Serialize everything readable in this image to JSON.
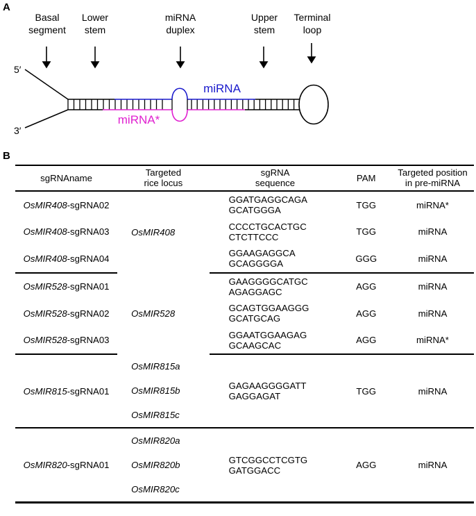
{
  "panel_a": {
    "label": "A",
    "region_labels": [
      {
        "id": "basal-segment",
        "line1": "Basal",
        "line2": "segment"
      },
      {
        "id": "lower-stem",
        "line1": "Lower",
        "line2": "stem"
      },
      {
        "id": "mirna-duplex",
        "line1": "miRNA",
        "line2": "duplex"
      },
      {
        "id": "upper-stem",
        "line1": "Upper",
        "line2": "stem"
      },
      {
        "id": "terminal-loop",
        "line1": "Terminal",
        "line2": "loop"
      }
    ],
    "end_labels": {
      "five_prime": "5′",
      "three_prime": "3′"
    },
    "strand_labels": {
      "mirna": "miRNA",
      "mirna_star": "miRNA*"
    },
    "colors": {
      "mirna": "#1a1acc",
      "mirna_star": "#e020d0",
      "stem": "#000000"
    }
  },
  "panel_b": {
    "label": "B",
    "headers": {
      "name": "sgRNAname",
      "locus_line1": "Targeted",
      "locus_line2": "rice locus",
      "seq_line1": "sgRNA",
      "seq_line2": "sequence",
      "pam": "PAM",
      "pos_line1": "Targeted position",
      "pos_line2": "in pre-miRNA"
    },
    "groups": [
      {
        "loci": [
          "OsMIR408"
        ],
        "rows": [
          {
            "name_italic": "OsMIR408",
            "name_suffix": "-sgRNA02",
            "seq1": "GGATGAGGCAGA",
            "seq2": "GCATGGGA",
            "pam": "TGG",
            "pos": "miRNA*"
          },
          {
            "name_italic": "OsMIR408",
            "name_suffix": "-sgRNA03",
            "seq1": "CCCCTGCACTGC",
            "seq2": "CTCTTCCC",
            "pam": "TGG",
            "pos": "miRNA"
          },
          {
            "name_italic": "OsMIR408",
            "name_suffix": "-sgRNA04",
            "seq1": "GGAAGAGGCA",
            "seq2": "GCAGGGGA",
            "pam": "GGG",
            "pos": "miRNA"
          }
        ]
      },
      {
        "loci": [
          "OsMIR528"
        ],
        "rows": [
          {
            "name_italic": "OsMIR528",
            "name_suffix": "-sgRNA01",
            "seq1": "GAAGGGGCATGC",
            "seq2": "AGAGGAGC",
            "pam": "AGG",
            "pos": "miRNA"
          },
          {
            "name_italic": "OsMIR528",
            "name_suffix": "-sgRNA02",
            "seq1": "GCAGTGGAAGGG",
            "seq2": "GCATGCAG",
            "pam": "AGG",
            "pos": "miRNA"
          },
          {
            "name_italic": "OsMIR528",
            "name_suffix": "-sgRNA03",
            "seq1": "GGAATGGAAGAG",
            "seq2": "GCAAGCAC",
            "pam": "AGG",
            "pos": "miRNA*"
          }
        ]
      },
      {
        "loci": [
          "OsMIR815a",
          "OsMIR815b",
          "OsMIR815c"
        ],
        "rows": [
          {
            "name_italic": "OsMIR815",
            "name_suffix": "-sgRNA01",
            "seq1": "GAGAAGGGGATT",
            "seq2": "GAGGAGAT",
            "pam": "TGG",
            "pos": "miRNA"
          }
        ]
      },
      {
        "loci": [
          "OsMIR820a",
          "OsMIR820b",
          "OsMIR820c"
        ],
        "rows": [
          {
            "name_italic": "OsMIR820",
            "name_suffix": "-sgRNA01",
            "seq1": "GTCGGCCTCGTG",
            "seq2": "GATGGACC",
            "pam": "AGG",
            "pos": "miRNA"
          }
        ]
      }
    ]
  }
}
